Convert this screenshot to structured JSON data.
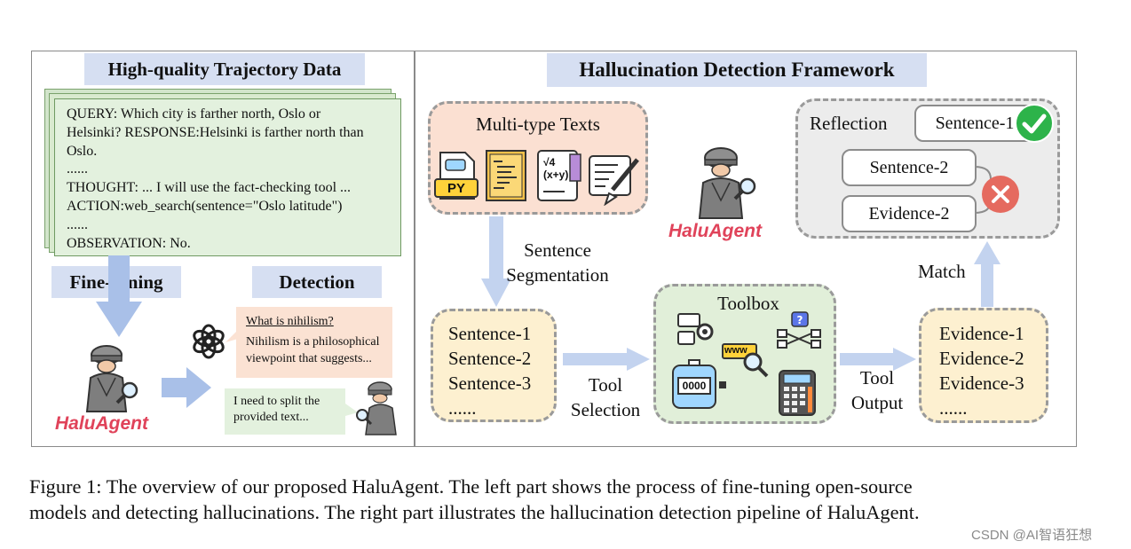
{
  "left_panel": {
    "title": "High-quality Trajectory Data",
    "trajectory_lines": [
      "QUERY: Which city is farther north, Oslo or",
      "Helsinki? RESPONSE:Helsinki is farther north than",
      "Oslo.",
      "......",
      "THOUGHT: ... I will use the fact-checking tool ...",
      "ACTION:web_search(sentence=\"Oslo latitude\")",
      "......",
      "OBSERVATION: No."
    ],
    "finetuning_label": "Fine-tuning",
    "detection_label": "Detection",
    "agent_name": "HaluAgent",
    "chat_question": "What is nihilism?",
    "chat_answer": "Nihilism is a philosophical viewpoint that suggests...",
    "agent_reply": "I need to split the provided text..."
  },
  "right_panel": {
    "title": "Hallucination Detection Framework",
    "multitype_title": "Multi-type Texts",
    "py_label": "PY",
    "math_label": "√4 (x+y)",
    "segmentation_label_1": "Sentence",
    "segmentation_label_2": "Segmentation",
    "agent_name": "HaluAgent",
    "sentences": [
      "Sentence-1",
      "Sentence-2",
      "Sentence-3",
      "......"
    ],
    "tool_selection_1": "Tool",
    "tool_selection_2": "Selection",
    "toolbox_title": "Toolbox",
    "www_label": "www",
    "counter_label": "0000",
    "tool_output_1": "Tool",
    "tool_output_2": "Output",
    "evidences": [
      "Evidence-1",
      "Evidence-2",
      "Evidence-3",
      "......"
    ],
    "match_label": "Match",
    "reflection_title": "Reflection",
    "reflection_items": [
      "Sentence-1",
      "Sentence-2",
      "Evidence-2"
    ]
  },
  "caption_line_1": "Figure 1: The overview of our proposed HaluAgent. The left part shows the process of fine-tuning open-source",
  "caption_line_2": "models and detecting hallucinations. The right part illustrates the hallucination detection pipeline of HaluAgent.",
  "watermark": "CSDN @AI智语狂想",
  "colors": {
    "title_band": "#d6dff2",
    "trajectory_bg": "#e3f1de",
    "chat_peach": "#fbe2d3",
    "chat_green": "#e3f1de",
    "sentence_box": "#fdf0d0",
    "toolbox": "#e1efd9",
    "multitype": "#fbe0d2",
    "reflection": "#ececec",
    "arrow": "#c3d3ef",
    "agent_red": "#e0435a",
    "check_green": "#2db34a",
    "cross_red": "#e56a5f"
  }
}
